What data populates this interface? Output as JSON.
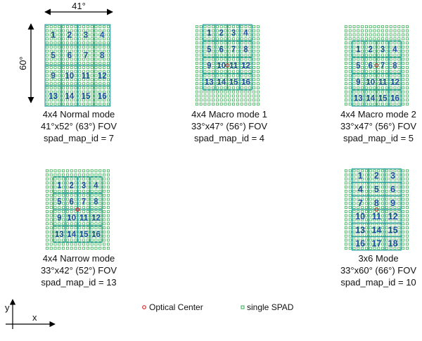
{
  "dimensions": {
    "width_label": "41°",
    "height_label": "60°"
  },
  "colors": {
    "spad": "#2eab4b",
    "zone": "#1e9a9a",
    "zone_number": "#1d4f9e",
    "optical_center": "#d62728",
    "axis": "#000000"
  },
  "modes": [
    {
      "title": "4x4 Normal mode",
      "fov": "41°x52° (63°) FOV",
      "spad_map_id": "spad_map_id = 7",
      "zones": [
        "1",
        "2",
        "3",
        "4",
        "5",
        "6",
        "7",
        "8",
        "9",
        "10",
        "11",
        "12",
        "13",
        "14",
        "15",
        "16"
      ]
    },
    {
      "title": "4x4 Macro mode 1",
      "fov": "33°x47° (56°) FOV",
      "spad_map_id": "spad_map_id = 4",
      "zones": [
        "1",
        "2",
        "3",
        "4",
        "5",
        "6",
        "7",
        "8",
        "9",
        "10",
        "11",
        "12",
        "13",
        "14",
        "15",
        "16"
      ]
    },
    {
      "title": "4x4 Macro mode 2",
      "fov": "33°x47° (56°) FOV",
      "spad_map_id": "spad_map_id = 5",
      "zones": [
        "1",
        "2",
        "3",
        "4",
        "5",
        "6",
        "7",
        "8",
        "9",
        "10",
        "11",
        "12",
        "13",
        "14",
        "15",
        "16"
      ]
    },
    {
      "title": "4x4 Narrow mode",
      "fov": "33°x42° (52°) FOV",
      "spad_map_id": "spad_map_id = 13",
      "zones": [
        "1",
        "2",
        "3",
        "4",
        "5",
        "6",
        "7",
        "8",
        "9",
        "10",
        "11",
        "12",
        "13",
        "14",
        "15",
        "16"
      ]
    },
    {
      "title": "3x6 Mode",
      "fov": "33°x60° (66°) FOV",
      "spad_map_id": "spad_map_id = 10",
      "zones": [
        "1",
        "2",
        "3",
        "4",
        "5",
        "6",
        "7",
        "8",
        "9",
        "10",
        "11",
        "12",
        "13",
        "14",
        "15",
        "16",
        "17",
        "18"
      ]
    }
  ],
  "legend": {
    "optical_center": "Optical Center",
    "single_spad": "single SPAD"
  },
  "axes": {
    "x": "x",
    "y": "y"
  }
}
